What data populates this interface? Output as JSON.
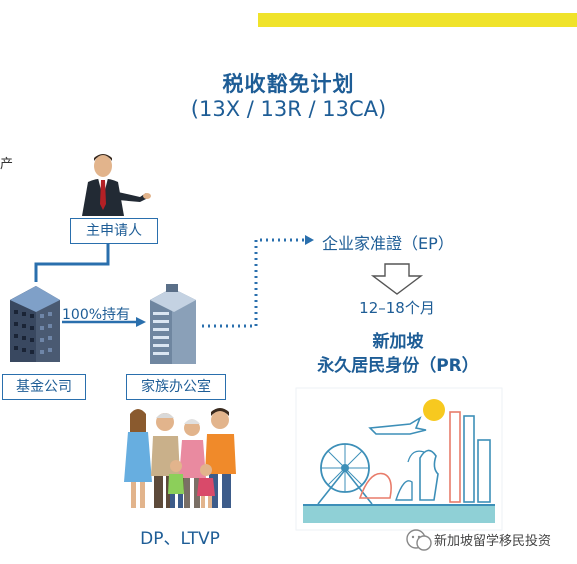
{
  "title": {
    "line1": "税收豁免计划",
    "line2": "(13X / 13R / 13CA)"
  },
  "edge_text": "产",
  "nodes": {
    "main_applicant": "主申请人",
    "fund_company": "基金公司",
    "family_office": "家族办公室",
    "ep": "企业家准證（EP）",
    "duration": "12–18个月",
    "pr_line1": "新加坡",
    "pr_line2": "永久居民身份（PR）",
    "dependents": "DP、LTVP"
  },
  "edge_labels": {
    "holding": "100%持有"
  },
  "watermark": {
    "text": "新加坡留学移民投资"
  },
  "colors": {
    "accent_blue": "#1e5d96",
    "box_border": "#2a6fad",
    "yellow": "#f0e32a"
  }
}
